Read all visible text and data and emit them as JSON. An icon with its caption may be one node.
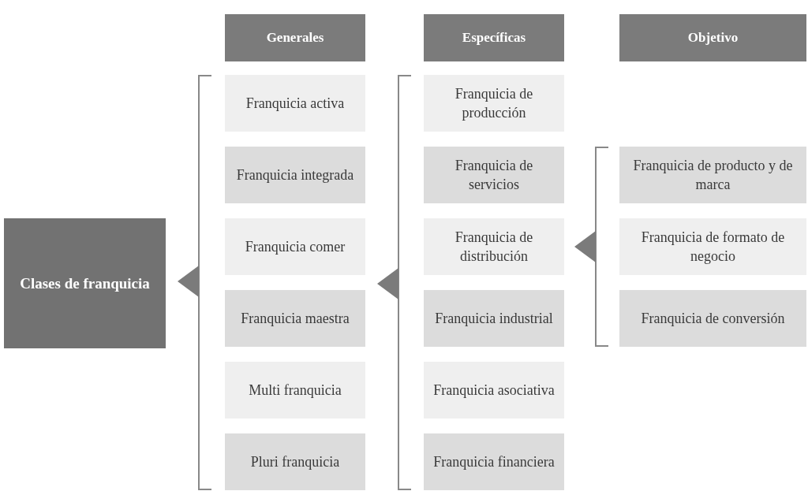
{
  "diagram": {
    "nodes": [
      {
        "text": [
          "Generales"
        ]
      },
      {
        "text": [
          "Específicas"
        ]
      },
      {
        "text": [
          "Objetivo"
        ]
      },
      {
        "text": [
          "Franquicia activa"
        ]
      },
      {
        "text": [
          "Franquicia integrada"
        ]
      },
      {
        "text": [
          "Franquicia comer"
        ]
      },
      {
        "text": [
          "Franquicia maestra"
        ]
      },
      {
        "text": [
          "Multi franquicia"
        ]
      },
      {
        "text": [
          "Pluri franquicia"
        ]
      },
      {
        "text": [
          "Franquicia de producción"
        ]
      },
      {
        "text": [
          "Franquicia de servicios"
        ]
      },
      {
        "text": [
          "Franquicia de distribución"
        ]
      },
      {
        "text": [
          "Franquicia industrial"
        ]
      },
      {
        "text": [
          "Franquicia asociativa"
        ]
      },
      {
        "text": [
          "Franquicia financiera"
        ]
      },
      {
        "text": [
          "Franquicia de producto y de marca"
        ]
      },
      {
        "text": [
          "Franquicia de formato de negocio"
        ]
      },
      {
        "text": [
          "Franquicia de conversión"
        ]
      },
      {
        "text": [
          "Clases de franquicia"
        ]
      }
    ]
  }
}
